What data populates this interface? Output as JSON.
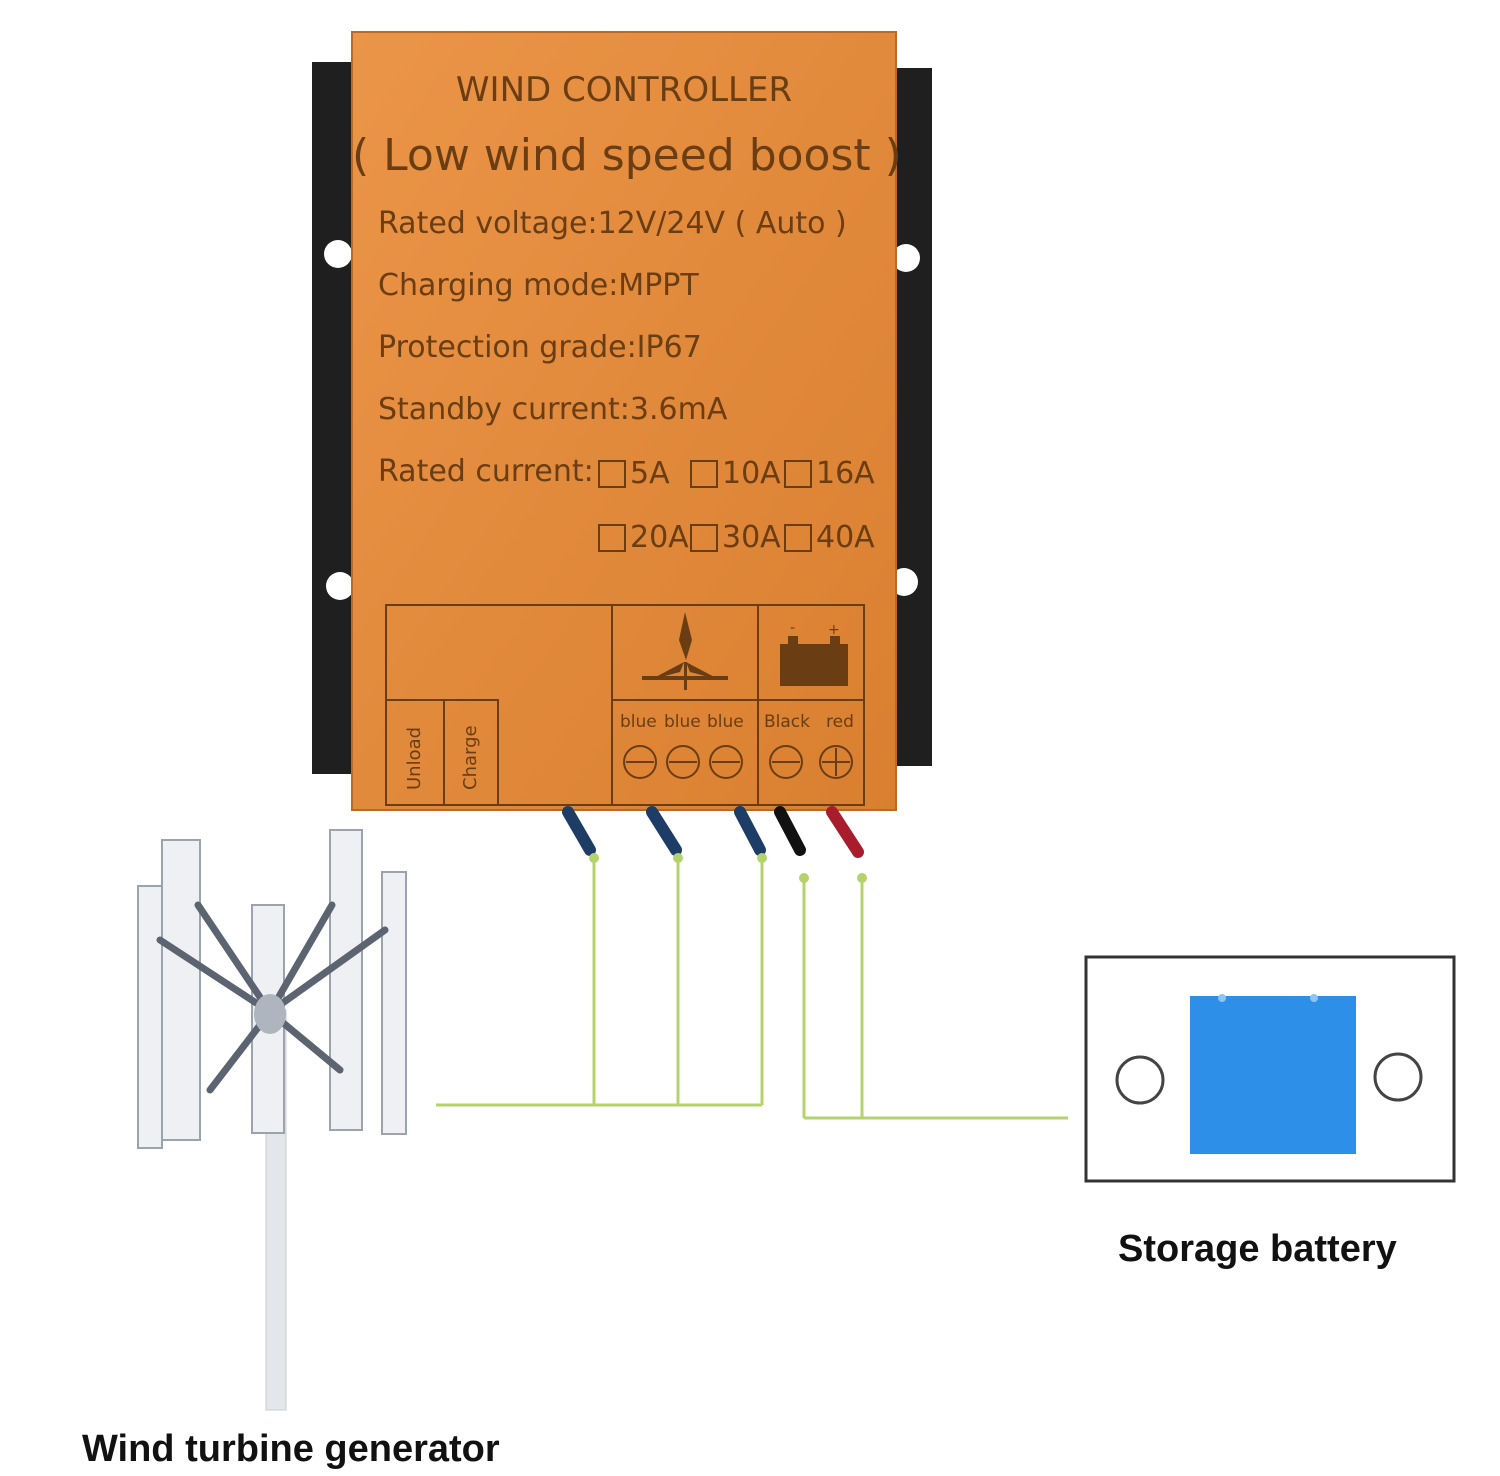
{
  "controller": {
    "title": "WIND CONTROLLER",
    "subtitle": "( Low wind speed boost )",
    "specs": [
      "Rated voltage:12V/24V ( Auto )",
      "Charging mode:MPPT",
      "Protection grade:IP67",
      "Standby current:3.6mA"
    ],
    "rated_current_label": "Rated current:",
    "current_options": [
      "5A",
      "10A",
      "16A",
      "20A",
      "30A",
      "40A"
    ],
    "panel": {
      "unload_label": "Unload",
      "charge_label": "Charge",
      "turbine_terminals": [
        "blue",
        "blue",
        "blue"
      ],
      "battery_terminals": [
        "Black",
        "red"
      ]
    }
  },
  "captions": {
    "turbine": "Wind turbine generator",
    "battery": "Storage battery"
  },
  "colors": {
    "controller_orange": "#e08a3c",
    "heatsink": "#1f1f1f",
    "wire_green": "#b5d36b",
    "battery_blue": "#2e8fe8"
  }
}
